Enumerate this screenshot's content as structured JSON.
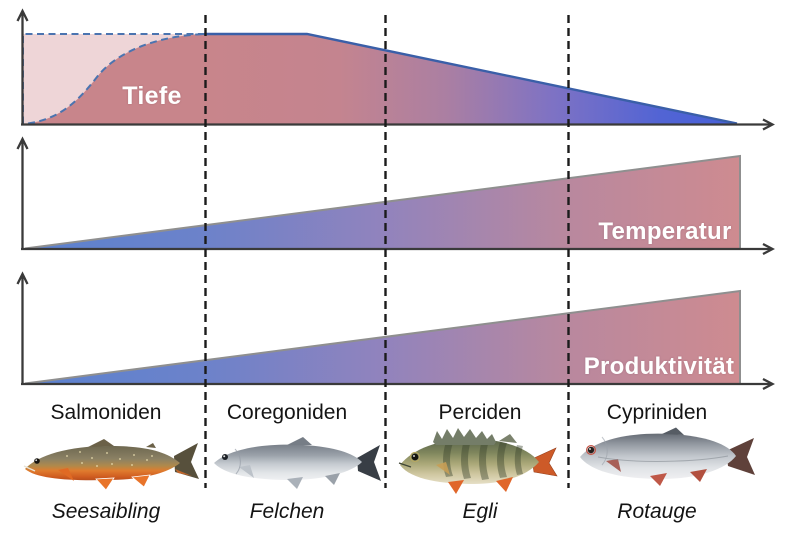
{
  "diagram": {
    "panels": [
      {
        "label": "Tiefe"
      },
      {
        "label": "Temperatur"
      },
      {
        "label": "Produktivität"
      }
    ],
    "zones": [
      {
        "family": "Salmoniden",
        "species": "Seesaibling"
      },
      {
        "family": "Coregoniden",
        "species": "Felchen"
      },
      {
        "family": "Perciden",
        "species": "Egli"
      },
      {
        "family": "Cypriniden",
        "species": "Rotauge"
      }
    ],
    "colors": {
      "warm_pink": "#c8858b",
      "cold_blue": "#4660d8",
      "light_pink_fill": "#eed5d7",
      "dashed_blue_outline": "#4b74b0",
      "gray_outline": "#8f8f8f",
      "axis": "#3a3a3a",
      "divider": "#1b1b1b"
    }
  }
}
